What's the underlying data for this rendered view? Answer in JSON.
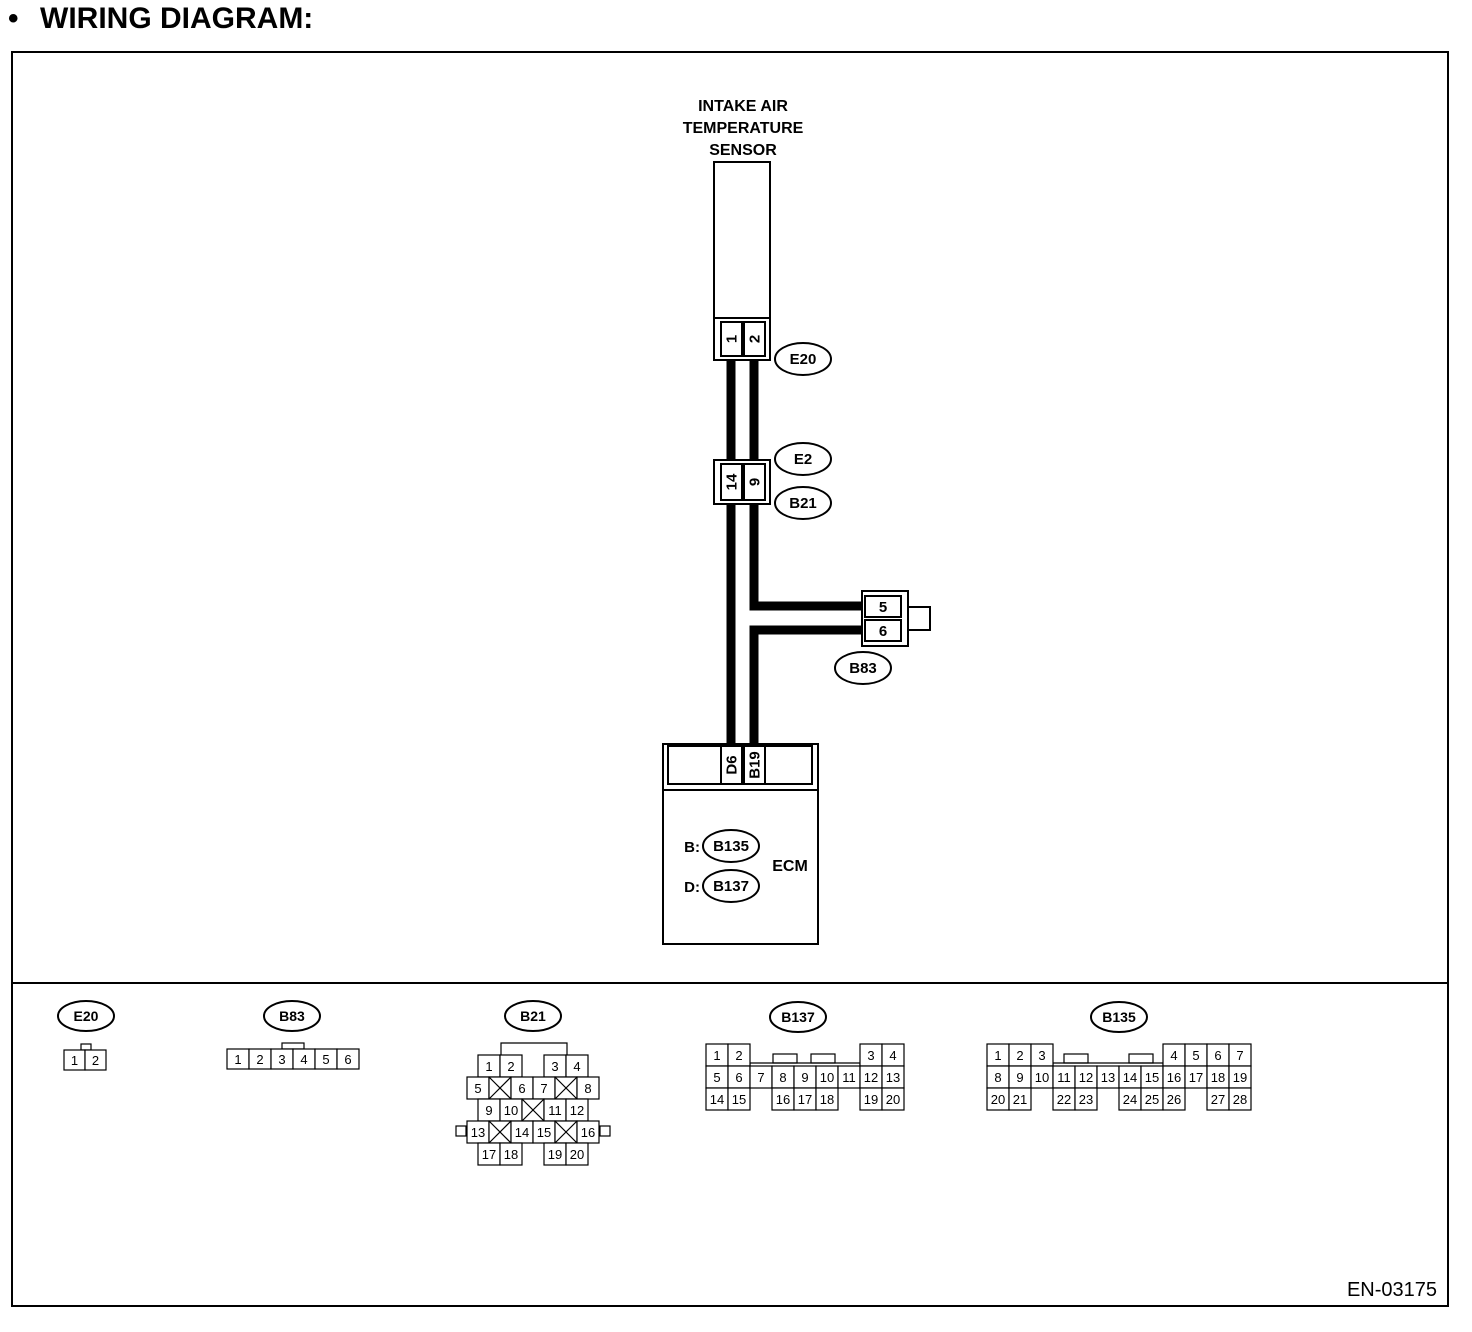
{
  "header": {
    "bullet": "•",
    "title": "WIRING DIAGRAM:"
  },
  "sensor": {
    "label_lines": [
      "INTAKE AIR",
      "TEMPERATURE",
      "SENSOR"
    ]
  },
  "connectors": {
    "e20": {
      "code": "E20",
      "pins": [
        "1",
        "2"
      ]
    },
    "e2_b21": {
      "codes": [
        "E2",
        "B21"
      ],
      "pins": [
        "14",
        "9"
      ]
    },
    "b83": {
      "code": "B83",
      "pins": [
        "5",
        "6"
      ]
    }
  },
  "ecm": {
    "label": "ECM",
    "pins": [
      "D6",
      "B19"
    ],
    "refs": [
      {
        "prefix": "B:",
        "code": "B135"
      },
      {
        "prefix": "D:",
        "code": "B137"
      }
    ]
  },
  "connector_views": {
    "e20": {
      "code": "E20",
      "pins": [
        "1",
        "2"
      ]
    },
    "b83": {
      "code": "B83",
      "pins": [
        "1",
        "2",
        "3",
        "4",
        "5",
        "6"
      ]
    },
    "b21": {
      "code": "B21",
      "rows": [
        [
          "1",
          "2",
          "3",
          "4"
        ],
        [
          "5",
          "6",
          "7",
          "8"
        ],
        [
          "9",
          "10",
          "11",
          "12"
        ],
        [
          "13",
          "14",
          "15",
          "16"
        ],
        [
          "17",
          "18",
          "19",
          "20"
        ]
      ]
    },
    "b137": {
      "code": "B137",
      "rows": [
        [
          "1",
          "2",
          "3",
          "4"
        ],
        [
          "5",
          "6",
          "7",
          "8",
          "9",
          "10",
          "11",
          "12",
          "13"
        ],
        [
          "14",
          "15",
          "16",
          "17",
          "18",
          "19",
          "20"
        ]
      ]
    },
    "b135": {
      "code": "B135",
      "rows": [
        [
          "1",
          "2",
          "3",
          "4",
          "5",
          "6",
          "7"
        ],
        [
          "8",
          "9",
          "10",
          "11",
          "12",
          "13",
          "14",
          "15",
          "16",
          "17",
          "18",
          "19"
        ],
        [
          "20",
          "21",
          "22",
          "23",
          "24",
          "25",
          "26",
          "27",
          "28"
        ]
      ]
    }
  },
  "footer": {
    "figure_id": "EN-03175"
  }
}
